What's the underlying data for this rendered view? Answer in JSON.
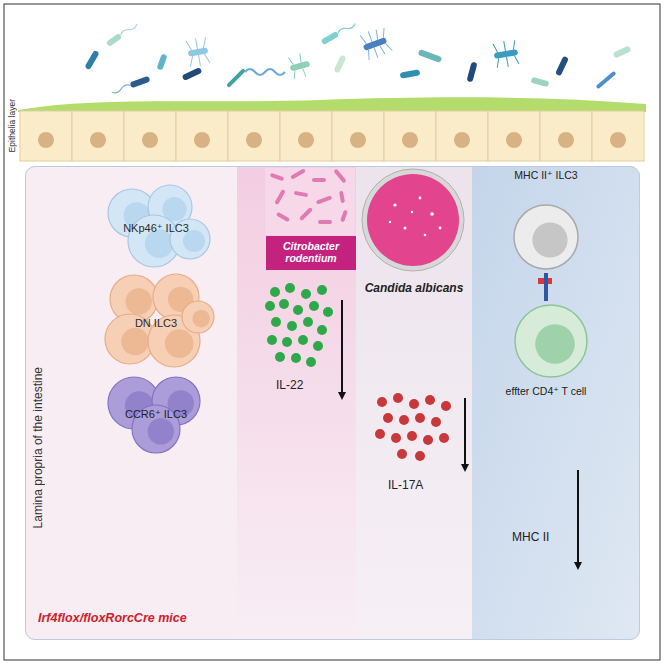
{
  "diagram": {
    "nodes": [
      {
        "text": [
          "Epithelia layer"
        ]
      },
      {
        "text": [
          "Lamina propria of the intestine",
          "Irf4flox/floxRorcCre mice"
        ]
      },
      {
        "text": [
          "NKp46⁺ ILC3"
        ],
        "in": 1
      },
      {
        "text": [
          "DN ILC3"
        ],
        "in": 1
      },
      {
        "text": [
          "CCR6⁺ ILC3"
        ],
        "in": 1
      },
      {
        "text": [
          "Citrobacter rodentium"
        ],
        "in": 1
      },
      {
        "text": [
          "Candida albicans"
        ],
        "in": 1
      },
      {
        "text": [
          "MHC II⁺ ILC3"
        ],
        "in": 1
      },
      {
        "text": [
          "effter CD4⁺ T cell"
        ],
        "in": 1
      }
    ],
    "edges": [
      {
        "from": 7,
        "to": 8,
        "arrow": "none"
      }
    ],
    "labels": [
      "IL-22",
      "IL-17A",
      "MHC II"
    ]
  }
}
